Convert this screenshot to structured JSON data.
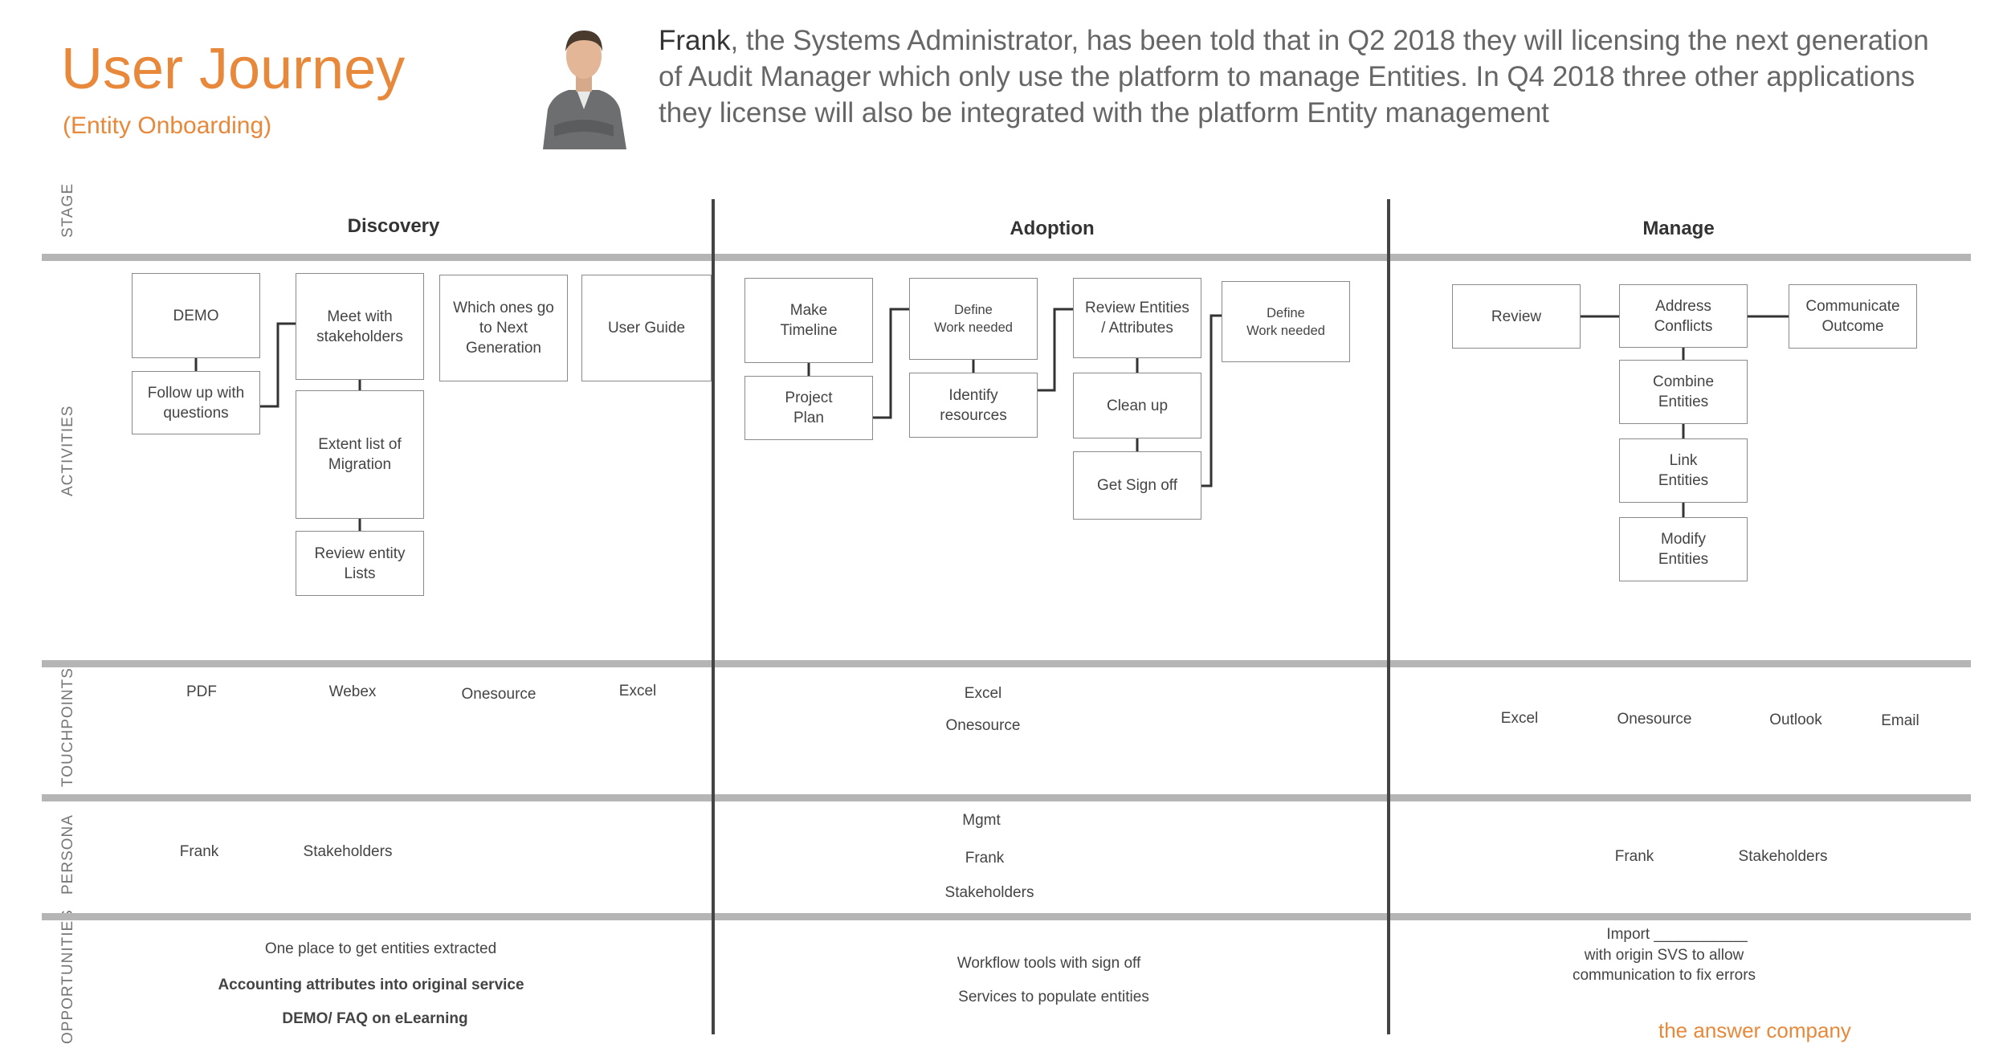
{
  "header": {
    "title": "User Journey",
    "subtitle": "(Entity Onboarding)",
    "intro_name": "Frank",
    "intro_text": ", the Systems Administrator, has been told that in Q2 2018 they will licensing the next generation of Audit Manager which only use the platform to manage Entities. In Q4 2018 three other applications they license will also be integrated with the platform Entity management"
  },
  "row_labels": {
    "stage": "STAGE",
    "activities": "ACTIVITIES",
    "touchpoints": "TOUCHPOINTS",
    "persona": "PERSONA",
    "opportunities": "OPPORTUNITIES"
  },
  "stages": [
    "Discovery",
    "Adoption",
    "Manage"
  ],
  "activities": {
    "discovery": {
      "demo": "DEMO",
      "follow_up": "Follow up with\nquestions",
      "meet": "Meet with\nstakeholders",
      "extent": "Extent list of\nMigration",
      "review_lists": "Review entity\nLists",
      "which_ones": "Which ones go\nto Next\nGeneration",
      "user_guide": "User Guide"
    },
    "adoption": {
      "timeline": "Make\nTimeline",
      "plan": "Project\nPlan",
      "define1": "Define\nWork needed",
      "identify": "Identify\nresources",
      "review_entities": "Review Entities\n/ Attributes",
      "clean_up": "Clean up",
      "sign_off": "Get Sign off",
      "define2": "Define\nWork needed"
    },
    "manage": {
      "review": "Review",
      "address": "Address\nConflicts",
      "communicate": "Communicate\nOutcome",
      "combine": "Combine\nEntities",
      "link": "Link\nEntities",
      "modify": "Modify\nEntities"
    }
  },
  "touchpoints": {
    "discovery": [
      "PDF",
      "Webex",
      "Onesource",
      "Excel"
    ],
    "adoption": [
      "Excel",
      "Onesource"
    ],
    "manage": [
      "Excel",
      "Onesource",
      "Outlook",
      "Email"
    ]
  },
  "persona": {
    "discovery": [
      "Frank",
      "Stakeholders"
    ],
    "adoption": [
      "Mgmt",
      "Frank",
      "Stakeholders"
    ],
    "manage": [
      "Frank",
      "Stakeholders"
    ]
  },
  "opportunities": {
    "discovery": [
      "One place to get entities extracted",
      "Accounting attributes into original service",
      "DEMO/ FAQ  on eLearning"
    ],
    "adoption": [
      "Workflow tools with sign off",
      "Services to populate entities"
    ],
    "manage": [
      "Import ___________",
      "with origin SVS to allow",
      "communication to fix errors"
    ]
  },
  "footer": {
    "brand": "the answer company"
  },
  "colors": {
    "accent": "#E8883A",
    "divider": "#b5b5b5",
    "stage_line": "#444444"
  },
  "icons": {
    "persona_photo": "person-photo-icon"
  }
}
